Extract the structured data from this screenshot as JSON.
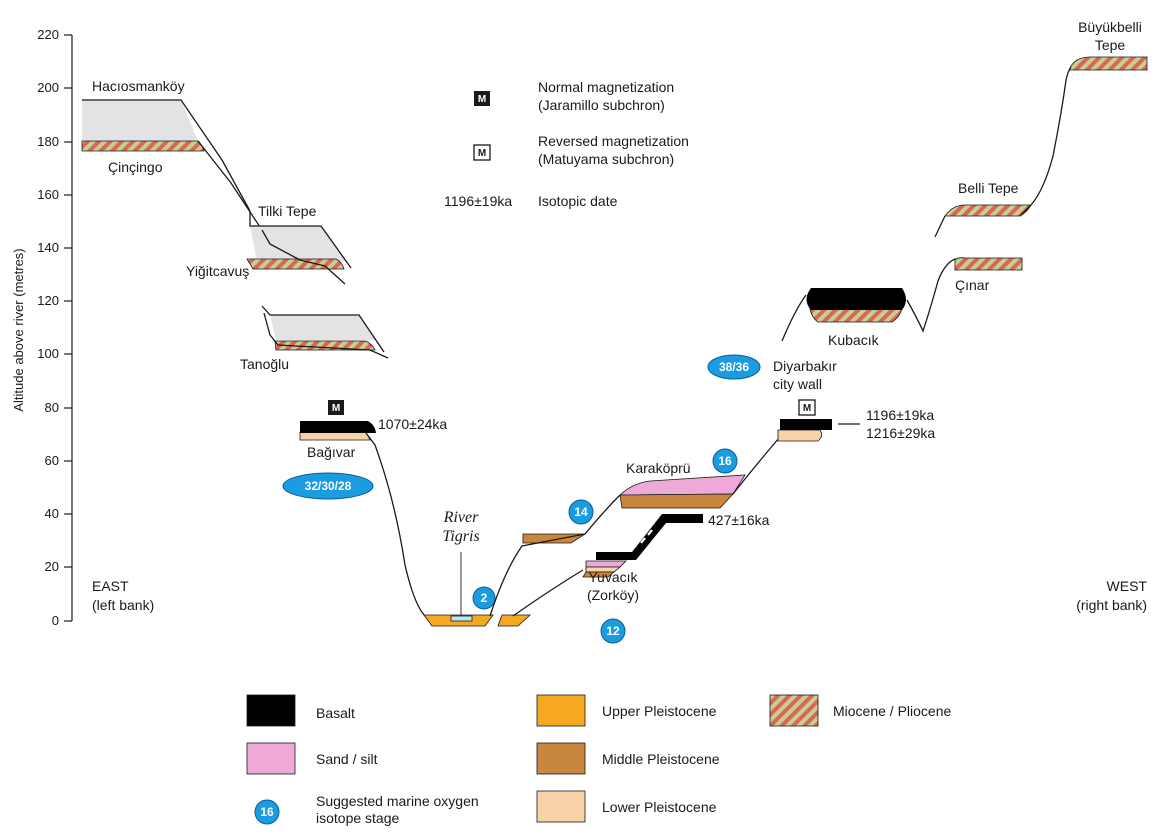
{
  "y_axis": {
    "label": "Altitude above river (metres)",
    "ticks": [
      "0",
      "20",
      "40",
      "60",
      "80",
      "100",
      "120",
      "140",
      "160",
      "180",
      "200",
      "220"
    ]
  },
  "bank_labels": {
    "east_line1": "EAST",
    "east_line2": "(left bank)",
    "west_line1": "WEST",
    "west_line2": "(right bank)"
  },
  "key": {
    "normal_marker": "M",
    "normal_line1": "Normal magnetization",
    "normal_line2": "(Jaramillo subchron)",
    "reversed_marker": "M",
    "reversed_line1": "Reversed magnetization",
    "reversed_line2": "(Matuyama subchron)",
    "date_example": "1196±19ka",
    "date_label": "Isotopic date"
  },
  "places": {
    "haciosmankoy": "Hacıosmanköy",
    "cincingo": "Çinçingo",
    "tilki_tepe": "Tilki Tepe",
    "yigitcavus": "Yiğitcavuş",
    "tanoglu": "Tanoğlu",
    "bagivar": "Bağıvar",
    "river_line1": "River",
    "river_line2": "Tigris",
    "karakopru": "Karaköprü",
    "yuvacik_line1": "Yuvacık",
    "yuvacik_line2": "(Zorköy)",
    "kubacik": "Kubacık",
    "diyarbakir_line1": "Diyarbakır",
    "diyarbakir_line2": "city wall",
    "cinar": "Çınar",
    "belli_tepe": "Belli Tepe",
    "buyukbelli_line1": "Büyükbelli",
    "buyukbelli_line2": "Tepe"
  },
  "dates": {
    "bagivar": "1070±24ka",
    "yuvacik": "427±16ka",
    "diyarbakir_1": "1196±19ka",
    "diyarbakir_2": "1216±29ka"
  },
  "markers": {
    "bagivar": "M",
    "diyarbakir": "M"
  },
  "stages": {
    "bagivar": "32/30/28",
    "river": "2",
    "terrace_14": "14",
    "yuvacik": "12",
    "karakopru": "16",
    "diyarbakir": "38/36"
  },
  "legend": {
    "basalt": "Basalt",
    "sand_silt": "Sand / silt",
    "stage_example": "16",
    "stage_line1": "Suggested marine oxygen",
    "stage_line2": "isotope stage",
    "upper_pleistocene": "Upper Pleistocene",
    "middle_pleistocene": "Middle Pleistocene",
    "lower_pleistocene": "Lower Pleistocene",
    "miocene_pliocene": "Miocene / Pliocene"
  },
  "colors": {
    "basalt": "#000000",
    "sand_silt": "#eea9d9",
    "upper_pleistocene": "#f6a821",
    "middle_pleistocene": "#c8873d",
    "lower_pleistocene": "#f9d3a8",
    "miocene_pliocene_stripe_a": "#d9665a",
    "miocene_pliocene_stripe_b": "#c6d08e",
    "isotope_stage": "#1b9be0",
    "older_terrace_fill": "#e3e3e5"
  }
}
